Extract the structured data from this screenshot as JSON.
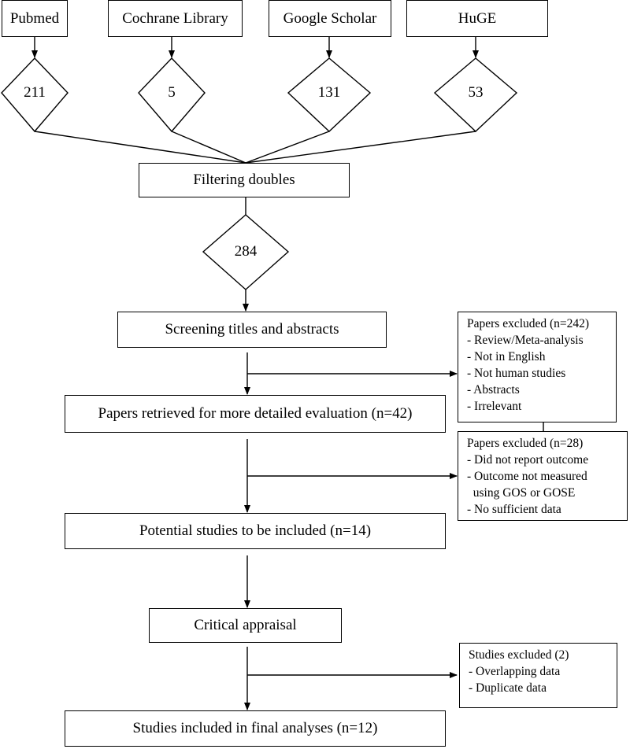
{
  "sources": [
    {
      "name": "Pubmed",
      "count": "211"
    },
    {
      "name": "Cochrane Library",
      "count": "5"
    },
    {
      "name": "Google Scholar",
      "count": "131"
    },
    {
      "name": "HuGE",
      "count": "53"
    }
  ],
  "filtering": {
    "label": "Filtering doubles",
    "count": "284"
  },
  "steps": {
    "screening": "Screening titles and abstracts",
    "retrieved": "Papers retrieved for more detailed evaluation (n=42)",
    "potential": "Potential studies to be included (n=14)",
    "appraisal": "Critical appraisal",
    "included": "Studies included in final analyses (n=12)"
  },
  "exclusions": [
    {
      "title": "Papers excluded (n=242)",
      "items": [
        "- Review/Meta-analysis",
        "- Not in English",
        "- Not human studies",
        "- Abstracts",
        "- Irrelevant"
      ]
    },
    {
      "title": "Papers excluded (n=28)",
      "items": [
        "- Did not report outcome",
        "- Outcome not measured",
        "  using GOS or GOSE",
        "- No sufficient data"
      ]
    },
    {
      "title": "Studies excluded (2)",
      "items": [
        "- Overlapping data",
        "- Duplicate data"
      ]
    }
  ]
}
